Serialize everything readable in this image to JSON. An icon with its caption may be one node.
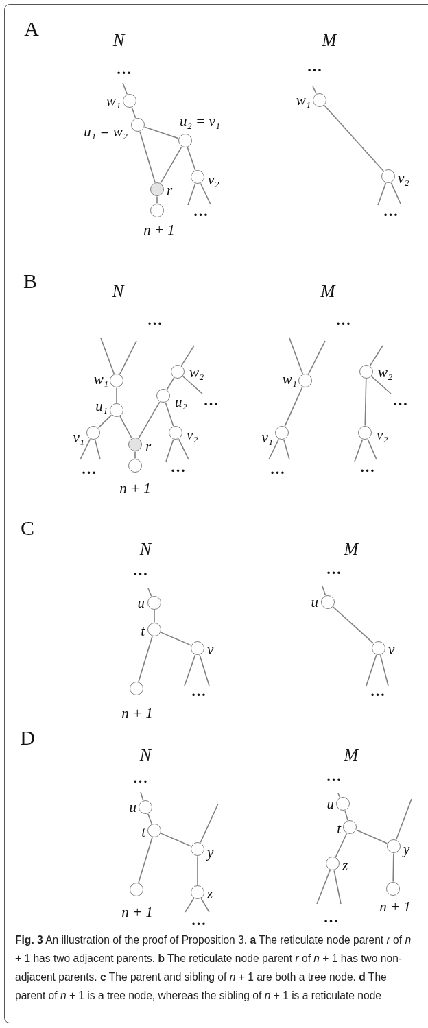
{
  "diagram": {
    "caption": "**Fig. 3** An illustration of the proof of Proposition 3. **a** The reticulate node parent *r* of *n* + 1 has two adjacent parents. **b** The reticulate node parent *r* of *n* + 1 has two non-adjacent parents. **c** The parent and sibling of *n* + 1 are both a tree node. **d** The parent of *n* + 1 is a tree node, whereas the sibling of *n* + 1 is a reticulate node",
    "nodes": [
      {
        "text": [],
        "shape": "circle",
        "beside": [
          "w₁"
        ]
      },
      {
        "text": [],
        "shape": "circle",
        "beside": [
          "u₁ = w₂"
        ]
      },
      {
        "text": [],
        "shape": "circle",
        "beside": [
          "u₂ = v₁"
        ]
      },
      {
        "text": [],
        "shape": "circle",
        "beside": [
          "r"
        ]
      },
      {
        "text": [],
        "shape": "circle",
        "beside": [
          "n + 1"
        ]
      },
      {
        "text": [],
        "shape": "circle",
        "beside": [
          "v₂"
        ]
      },
      {
        "text": [],
        "shape": "circle",
        "beside": [
          "w₁"
        ]
      },
      {
        "text": [],
        "shape": "circle",
        "beside": [
          "v₂"
        ]
      },
      {
        "text": [],
        "shape": "circle",
        "beside": [
          "w₁"
        ]
      },
      {
        "text": [],
        "shape": "circle",
        "beside": [
          "u₁"
        ]
      },
      {
        "text": [],
        "shape": "circle",
        "beside": [
          "v₁"
        ]
      },
      {
        "text": [],
        "shape": "circle",
        "beside": [
          "r"
        ]
      },
      {
        "text": [],
        "shape": "circle",
        "beside": [
          "n + 1"
        ]
      },
      {
        "text": [],
        "shape": "circle",
        "beside": [
          "w₂"
        ]
      },
      {
        "text": [],
        "shape": "circle",
        "beside": [
          "u₂"
        ]
      },
      {
        "text": [],
        "shape": "circle",
        "beside": [
          "v₂"
        ]
      },
      {
        "text": [],
        "shape": "circle",
        "beside": [
          "w₁"
        ]
      },
      {
        "text": [],
        "shape": "circle",
        "beside": [
          "v₁"
        ]
      },
      {
        "text": [],
        "shape": "circle",
        "beside": [
          "w₂"
        ]
      },
      {
        "text": [],
        "shape": "circle",
        "beside": [
          "v₂"
        ]
      },
      {
        "text": [],
        "shape": "circle",
        "beside": [
          "u"
        ]
      },
      {
        "text": [],
        "shape": "circle",
        "beside": [
          "t"
        ]
      },
      {
        "text": [],
        "shape": "circle",
        "beside": [
          "n + 1"
        ]
      },
      {
        "text": [],
        "shape": "circle",
        "beside": [
          "v"
        ]
      },
      {
        "text": [],
        "shape": "circle",
        "beside": [
          "u"
        ]
      },
      {
        "text": [],
        "shape": "circle",
        "beside": [
          "v"
        ]
      },
      {
        "text": [],
        "shape": "circle",
        "beside": [
          "u"
        ]
      },
      {
        "text": [],
        "shape": "circle",
        "beside": [
          "t"
        ]
      },
      {
        "text": [],
        "shape": "circle",
        "beside": [
          "n + 1"
        ]
      },
      {
        "text": [],
        "shape": "circle",
        "beside": [
          "y"
        ]
      },
      {
        "text": [],
        "shape": "circle",
        "beside": [
          "z"
        ]
      },
      {
        "text": [],
        "shape": "circle",
        "beside": [
          "u"
        ]
      },
      {
        "text": [],
        "shape": "circle",
        "beside": [
          "t"
        ]
      },
      {
        "text": [],
        "shape": "circle",
        "beside": [
          "z"
        ]
      },
      {
        "text": [],
        "shape": "circle",
        "beside": [
          "y"
        ]
      },
      {
        "text": [],
        "shape": "circle",
        "beside": [
          "n + 1"
        ]
      }
    ],
    "edges": [
      {
        "from": null,
        "to": 0,
        "arrow": "none"
      },
      {
        "from": 0,
        "to": 1,
        "arrow": "none"
      },
      {
        "from": 1,
        "to": 2,
        "arrow": "none"
      },
      {
        "from": 1,
        "to": 3,
        "arrow": "none"
      },
      {
        "from": 2,
        "to": 3,
        "arrow": "none"
      },
      {
        "from": 3,
        "to": 4,
        "arrow": "none"
      },
      {
        "from": 2,
        "to": 5,
        "arrow": "none"
      },
      {
        "from": 5,
        "to": null,
        "arrow": "none"
      },
      {
        "from": 5,
        "to": null,
        "arrow": "none"
      },
      {
        "from": null,
        "to": 6,
        "arrow": "none"
      },
      {
        "from": 6,
        "to": 7,
        "arrow": "none"
      },
      {
        "from": 7,
        "to": null,
        "arrow": "none"
      },
      {
        "from": 7,
        "to": null,
        "arrow": "none"
      },
      {
        "from": null,
        "to": 8,
        "arrow": "none"
      },
      {
        "from": null,
        "to": 8,
        "arrow": "none"
      },
      {
        "from": 8,
        "to": 9,
        "arrow": "none"
      },
      {
        "from": 9,
        "to": 10,
        "arrow": "none"
      },
      {
        "from": 9,
        "to": 11,
        "arrow": "none"
      },
      {
        "from": 10,
        "to": null,
        "arrow": "none"
      },
      {
        "from": 10,
        "to": null,
        "arrow": "none"
      },
      {
        "from": 11,
        "to": 12,
        "arrow": "none"
      },
      {
        "from": 14,
        "to": 11,
        "arrow": "none"
      },
      {
        "from": 13,
        "to": 14,
        "arrow": "none"
      },
      {
        "from": null,
        "to": 13,
        "arrow": "none"
      },
      {
        "from": 13,
        "to": null,
        "arrow": "none"
      },
      {
        "from": 14,
        "to": 15,
        "arrow": "none"
      },
      {
        "from": 15,
        "to": null,
        "arrow": "none"
      },
      {
        "from": 15,
        "to": null,
        "arrow": "none"
      },
      {
        "from": null,
        "to": 16,
        "arrow": "none"
      },
      {
        "from": null,
        "to": 16,
        "arrow": "none"
      },
      {
        "from": 16,
        "to": 17,
        "arrow": "none"
      },
      {
        "from": 17,
        "to": null,
        "arrow": "none"
      },
      {
        "from": 17,
        "to": null,
        "arrow": "none"
      },
      {
        "from": null,
        "to": 18,
        "arrow": "none"
      },
      {
        "from": 18,
        "to": null,
        "arrow": "none"
      },
      {
        "from": 18,
        "to": 19,
        "arrow": "none"
      },
      {
        "from": 19,
        "to": null,
        "arrow": "none"
      },
      {
        "from": 19,
        "to": null,
        "arrow": "none"
      },
      {
        "from": null,
        "to": 20,
        "arrow": "none"
      },
      {
        "from": 20,
        "to": 21,
        "arrow": "none"
      },
      {
        "from": 21,
        "to": 22,
        "arrow": "none"
      },
      {
        "from": 21,
        "to": 23,
        "arrow": "none"
      },
      {
        "from": 23,
        "to": null,
        "arrow": "none"
      },
      {
        "from": 23,
        "to": null,
        "arrow": "none"
      },
      {
        "from": null,
        "to": 24,
        "arrow": "none"
      },
      {
        "from": 24,
        "to": 25,
        "arrow": "none"
      },
      {
        "from": 25,
        "to": null,
        "arrow": "none"
      },
      {
        "from": 25,
        "to": null,
        "arrow": "none"
      },
      {
        "from": null,
        "to": 26,
        "arrow": "none"
      },
      {
        "from": 26,
        "to": 27,
        "arrow": "none"
      },
      {
        "from": 27,
        "to": 28,
        "arrow": "none"
      },
      {
        "from": 27,
        "to": 29,
        "arrow": "none"
      },
      {
        "from": null,
        "to": 29,
        "arrow": "none"
      },
      {
        "from": 29,
        "to": 30,
        "arrow": "none"
      },
      {
        "from": 30,
        "to": null,
        "arrow": "none"
      },
      {
        "from": 30,
        "to": null,
        "arrow": "none"
      },
      {
        "from": null,
        "to": 31,
        "arrow": "none"
      },
      {
        "from": 31,
        "to": 32,
        "arrow": "none"
      },
      {
        "from": 32,
        "to": 33,
        "arrow": "none"
      },
      {
        "from": 32,
        "to": 34,
        "arrow": "none"
      },
      {
        "from": null,
        "to": 34,
        "arrow": "none"
      },
      {
        "from": 34,
        "to": 35,
        "arrow": "none"
      },
      {
        "from": 33,
        "to": null,
        "arrow": "none"
      },
      {
        "from": 33,
        "to": null,
        "arrow": "none"
      }
    ],
    "labels": [
      "A",
      "N",
      "M",
      "…",
      "…",
      "…",
      "…",
      "B",
      "N",
      "M",
      "…",
      "…",
      "…",
      "…",
      "…",
      "…",
      "…",
      "…",
      "C",
      "N",
      "M",
      "…",
      "…",
      "…",
      "…",
      "D",
      "N",
      "M",
      "…",
      "…",
      "…",
      "…"
    ]
  }
}
